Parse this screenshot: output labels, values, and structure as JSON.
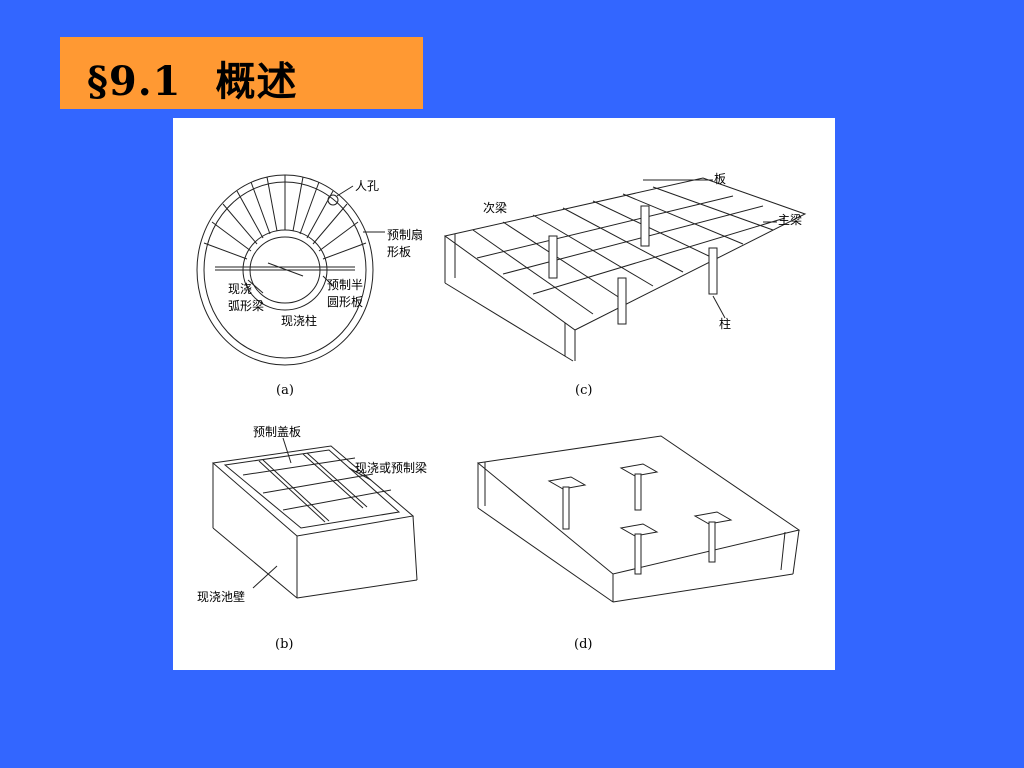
{
  "slide": {
    "section_symbol": "§",
    "section_number": "9.1",
    "title": "概述",
    "colors": {
      "background": "#3366ff",
      "title_box": "#ff9933",
      "figure_bg": "#ffffff"
    }
  },
  "figure": {
    "panel_a": {
      "caption": "(a)",
      "labels": {
        "manhole": "人孔",
        "precast_sector_1": "预制扇",
        "precast_sector_2": "形板",
        "cast_arc_beam_1": "现浇",
        "cast_arc_beam_2": "弧形梁",
        "precast_semi_1": "预制半",
        "precast_semi_2": "圆形板",
        "cast_column": "现浇柱"
      }
    },
    "panel_b": {
      "caption": "(b)",
      "labels": {
        "precast_cover": "预制盖板",
        "beam": "现浇或预制梁",
        "wall": "现浇池壁"
      }
    },
    "panel_c": {
      "caption": "(c)",
      "labels": {
        "slab": "板",
        "secondary_beam": "次梁",
        "main_beam": "主梁",
        "column": "柱"
      }
    },
    "panel_d": {
      "caption": "(d)"
    }
  }
}
